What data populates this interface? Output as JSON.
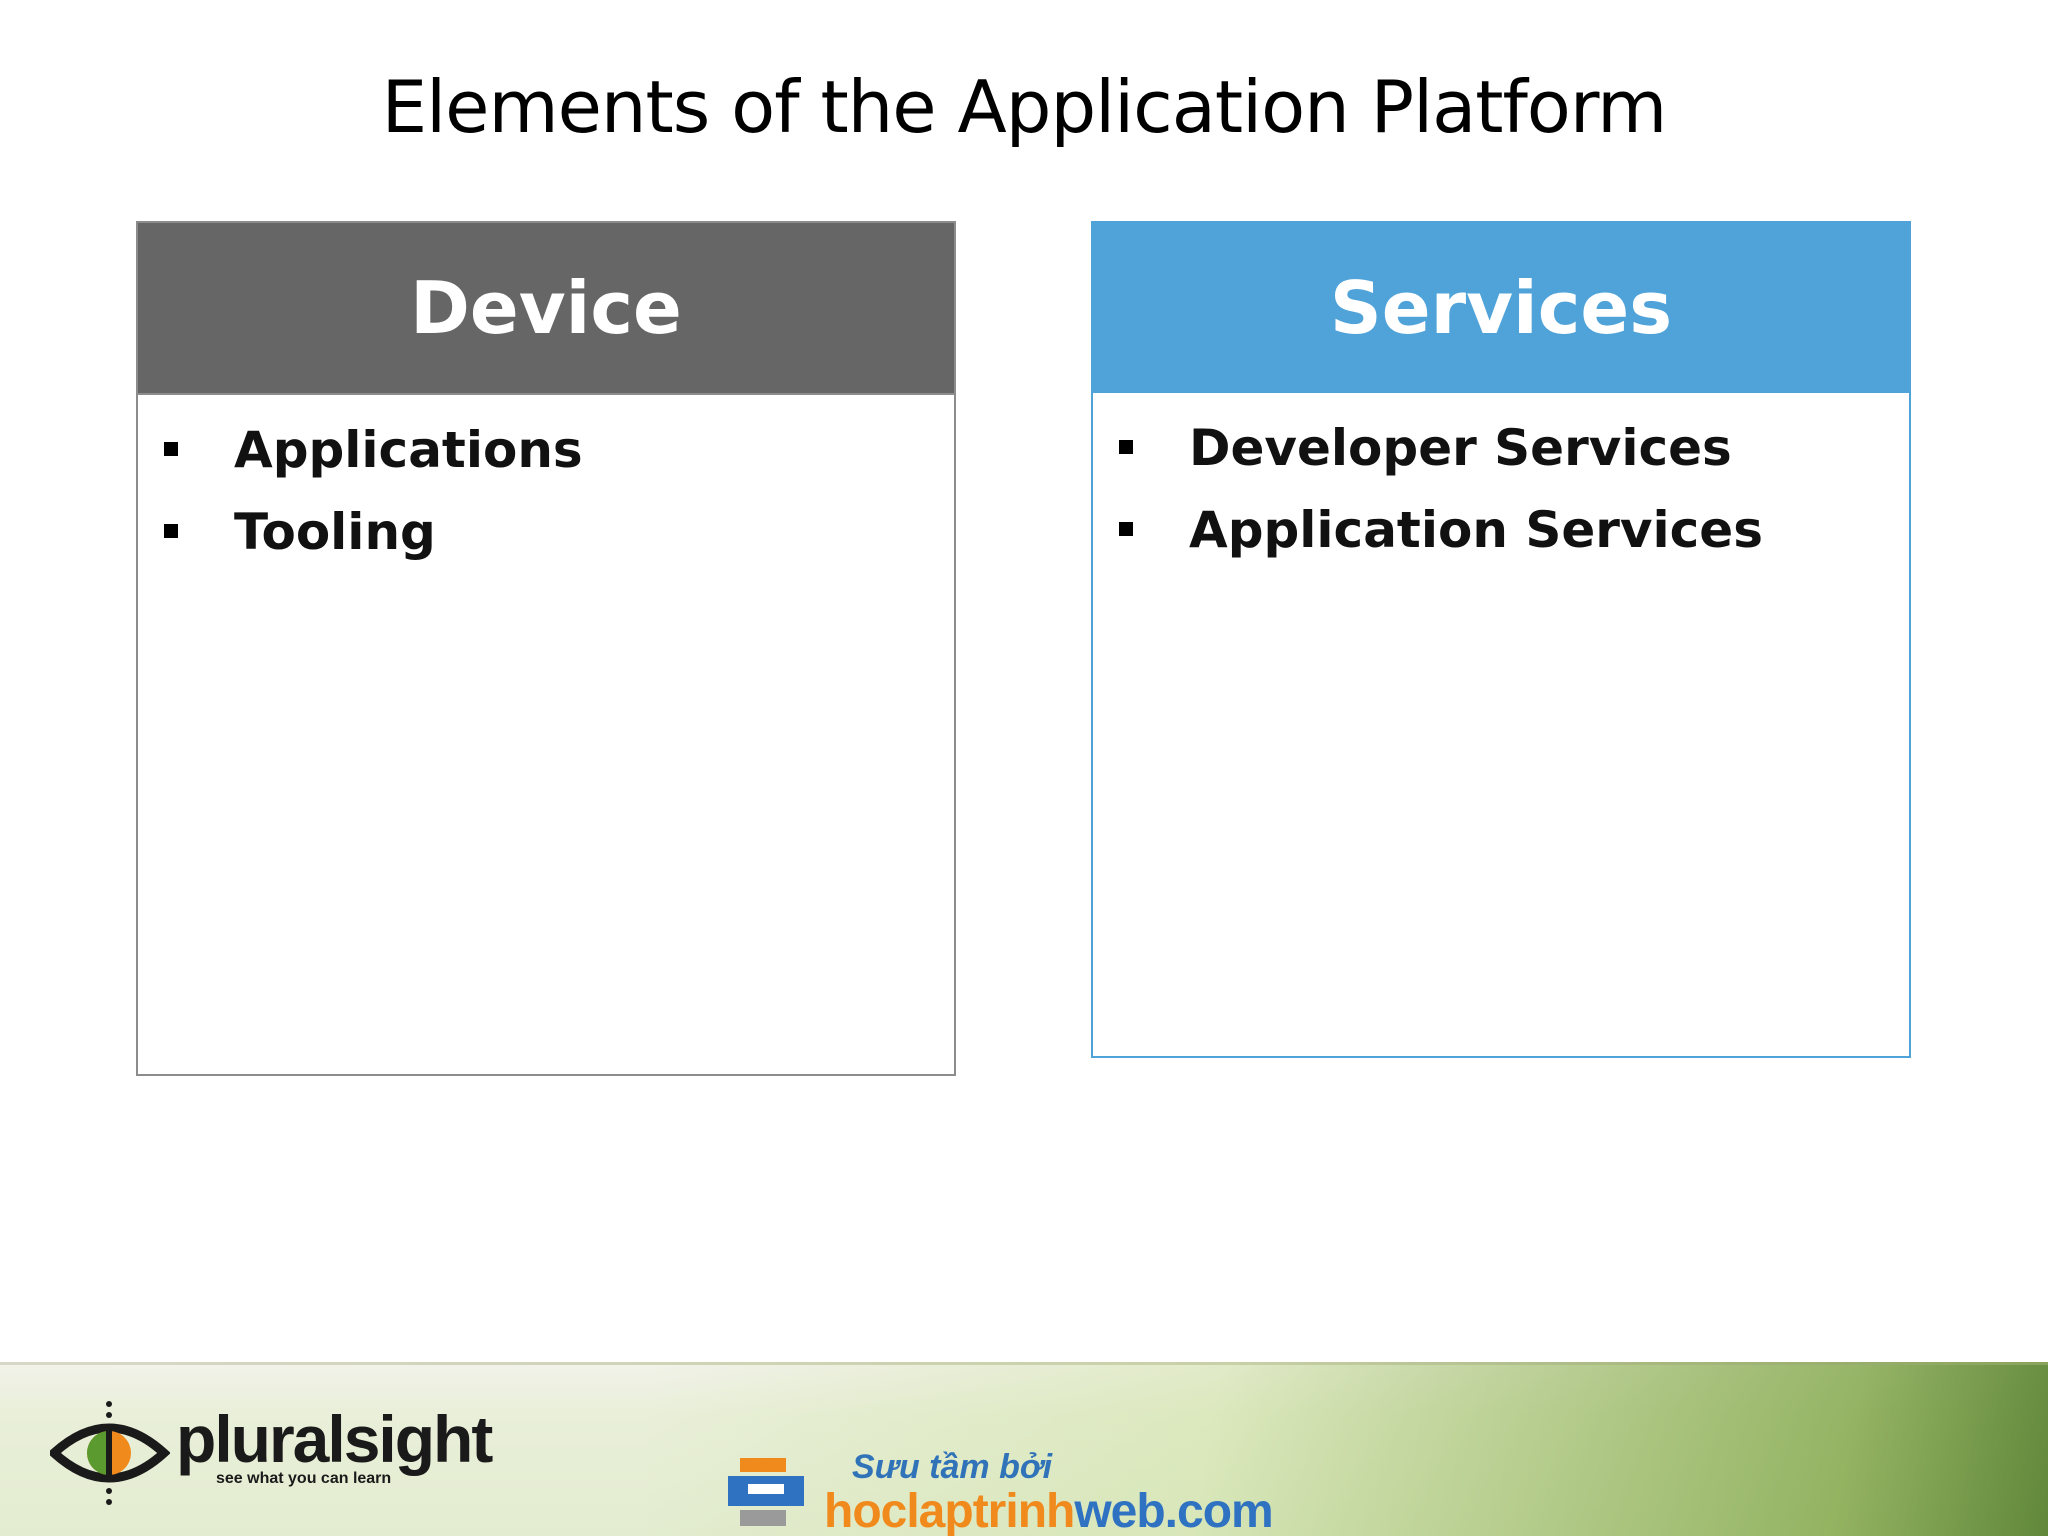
{
  "slide": {
    "title": "Elements of the Application Platform"
  },
  "panels": {
    "device": {
      "header": "Device",
      "items": [
        "Applications",
        "Tooling"
      ]
    },
    "services": {
      "header": "Services",
      "items": [
        "Developer Services",
        "Application Services"
      ]
    }
  },
  "footer": {
    "logo_word": "pluralsight",
    "logo_tagline": "see what you can learn",
    "watermark_top": "Sưu tầm bởi",
    "watermark_domain_part1": "hoclaptrinh",
    "watermark_domain_part2": "web.com"
  },
  "colors": {
    "device_header": "#666666",
    "services_header": "#4fa3d9",
    "watermark_orange": "#f08a1c",
    "watermark_blue": "#2f72c2"
  },
  "icons": [
    "pluralsight-eye-logo-icon",
    "hoclaptrinhweb-logo-icon"
  ]
}
